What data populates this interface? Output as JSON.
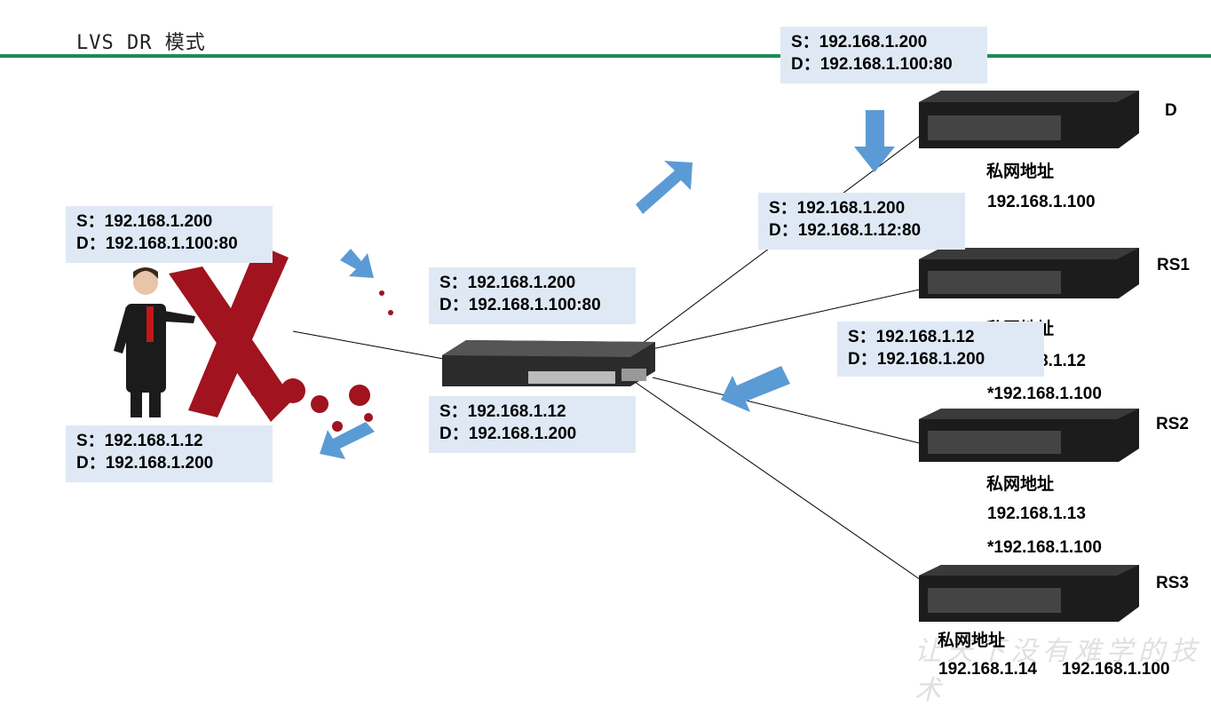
{
  "title": "LVS DR 模式",
  "colors": {
    "header_line": "#1f8a5a",
    "box_bg": "#dfe9f5",
    "arrow": "#5b9bd5",
    "x_mark": "#a0131f"
  },
  "watermark": "让天下没有难学的技术",
  "packets": {
    "client_out": {
      "s": "S：192.168.1.200",
      "d": "D：192.168.1.100:80"
    },
    "client_in": {
      "s": "S：192.168.1.12",
      "d": "D：192.168.1.200"
    },
    "switch_in": {
      "s": "S：192.168.1.200",
      "d": "D：192.168.1.100:80"
    },
    "switch_out": {
      "s": "S：192.168.1.12",
      "d": "D：192.168.1.200"
    },
    "to_director": {
      "s": "S：192.168.1.200",
      "d": "D：192.168.1.100:80"
    },
    "to_rs": {
      "s": "S：192.168.1.200",
      "d": "D：192.168.1.12:80"
    },
    "rs_reply": {
      "s": "S：192.168.1.12",
      "d": "D：192.168.1.200"
    }
  },
  "servers": [
    {
      "name": "D",
      "private_label": "私网地址",
      "ip": "192.168.1.100",
      "vip": ""
    },
    {
      "name": "RS1",
      "private_label": "私网地址",
      "ip": "192.168.1.12",
      "vip": "*192.168.1.100"
    },
    {
      "name": "RS2",
      "private_label": "私网地址",
      "ip": "192.168.1.13",
      "vip": "*192.168.1.100"
    },
    {
      "name": "RS3",
      "private_label": "私网地址",
      "ip": "192.168.1.14",
      "vip": "192.168.1.100"
    }
  ]
}
